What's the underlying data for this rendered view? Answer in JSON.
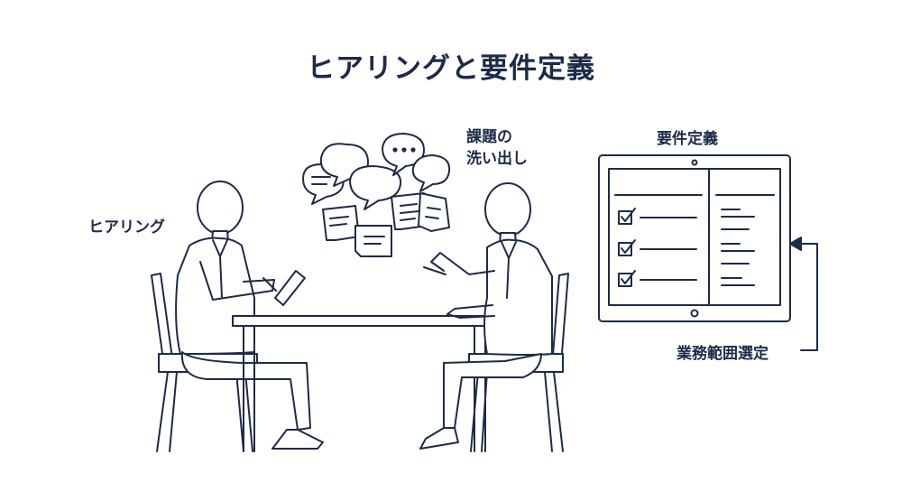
{
  "title": "ヒアリングと要件定義",
  "labels": {
    "hearing": "ヒアリング",
    "issues_line1": "課題の",
    "issues_line2": "洗い出し",
    "requirements": "要件定義",
    "scope": "業務範囲選定"
  },
  "colors": {
    "ink": "#1c2b48",
    "background": "#ffffff"
  },
  "icons": [
    "person-figure",
    "chair",
    "table",
    "speech-bubble",
    "sticky-note",
    "tablet",
    "checkbox-checked",
    "arrow"
  ]
}
